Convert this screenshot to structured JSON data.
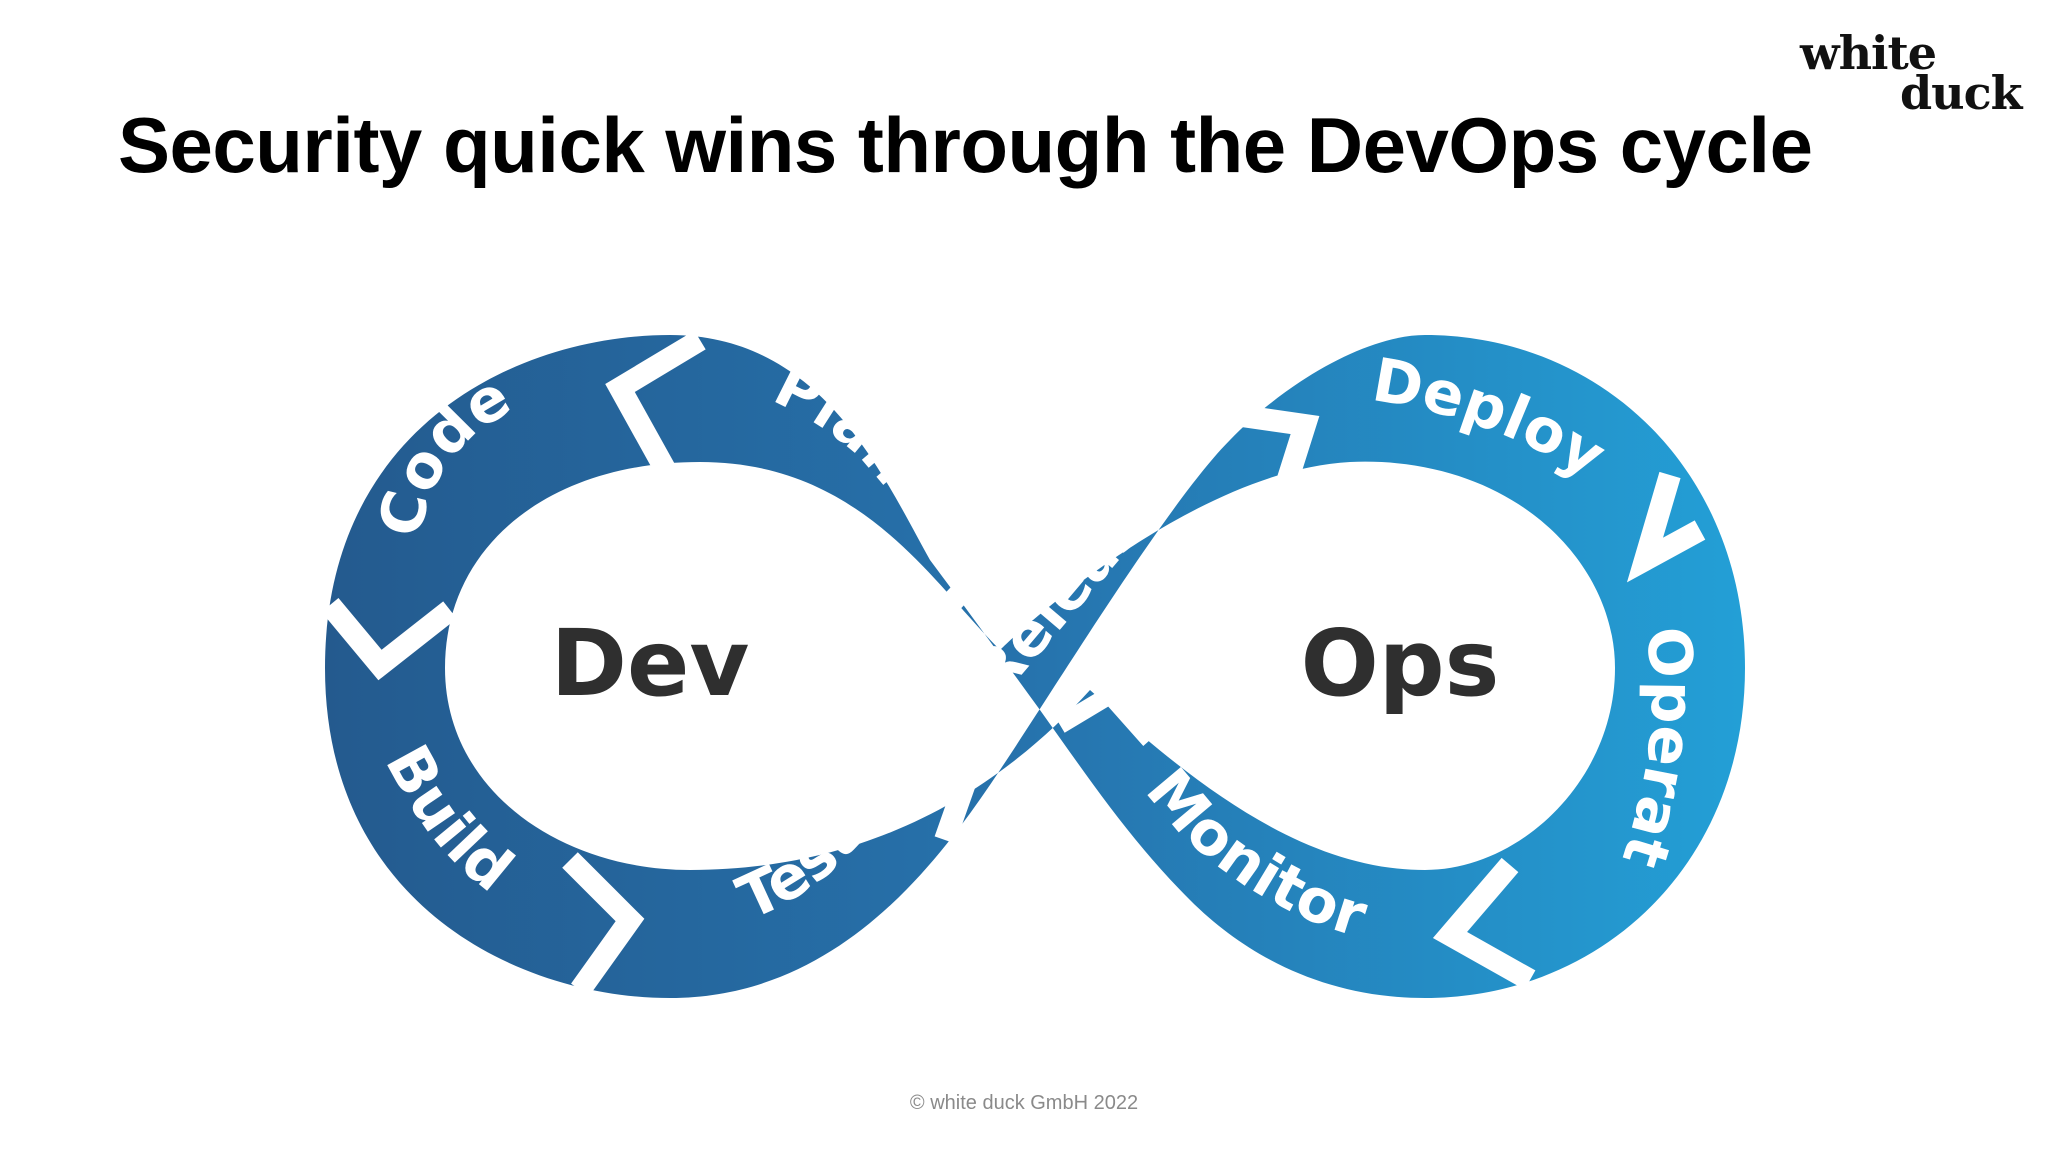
{
  "slide": {
    "title": "Security quick wins through the DevOps cycle",
    "logo": {
      "line1": "white",
      "line2": "duck"
    },
    "footer": "© white duck GmbH 2022"
  },
  "diagram": {
    "left_loop_label": "Dev",
    "right_loop_label": "Ops",
    "stages": {
      "plan": "Plan",
      "code": "Code",
      "build": "Build",
      "test": "Test",
      "release": "Release",
      "deploy": "Deploy",
      "operate": "Operate",
      "monitor": "Monitor"
    },
    "colors": {
      "dev_blue": "#245a8e",
      "ops_blue": "#239fd6",
      "separator": "#ffffff",
      "center_text": "#2f2f2f"
    }
  }
}
